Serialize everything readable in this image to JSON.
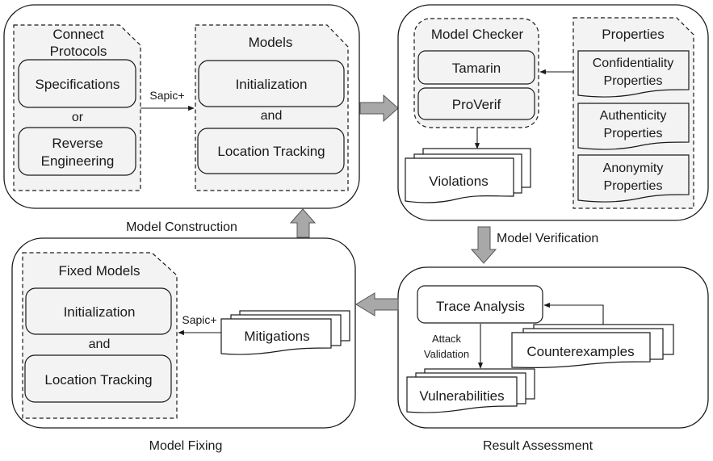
{
  "colors": {
    "panel_stroke": "#1a1a1a",
    "box_fill": "#f3f3f3",
    "arrow_fill": "#a8a8a8"
  },
  "model_construction": {
    "label": "Model Construction",
    "connect_protocols": {
      "title_line1": "Connect",
      "title_line2": "Protocols",
      "specifications": "Specifications",
      "or": "or",
      "reverse_line1": "Reverse",
      "reverse_line2": "Engineering"
    },
    "edge_label": "Sapic+",
    "models": {
      "title": "Models",
      "initialization": "Initialization",
      "and": "and",
      "location_tracking": "Location Tracking"
    }
  },
  "model_verification": {
    "label": "Model Verification",
    "model_checker": {
      "title": "Model Checker",
      "tamarin": "Tamarin",
      "proverif": "ProVerif"
    },
    "violations": "Violations",
    "properties": {
      "title": "Properties",
      "items": [
        {
          "line1": "Confidentiality",
          "line2": "Properties"
        },
        {
          "line1": "Authenticity",
          "line2": "Properties"
        },
        {
          "line1": "Anonymity",
          "line2": "Properties"
        }
      ]
    }
  },
  "result_assessment": {
    "label": "Result Assessment",
    "trace_analysis": "Trace Analysis",
    "edge_label_line1": "Attack",
    "edge_label_line2": "Validation",
    "counterexamples": "Counterexamples",
    "vulnerabilities": "Vulnerabilities"
  },
  "model_fixing": {
    "label": "Model Fixing",
    "fixed_models": {
      "title": "Fixed Models",
      "initialization": "Initialization",
      "and": "and",
      "location_tracking": "Location Tracking"
    },
    "edge_label": "Sapic+",
    "mitigations": "Mitigations"
  }
}
